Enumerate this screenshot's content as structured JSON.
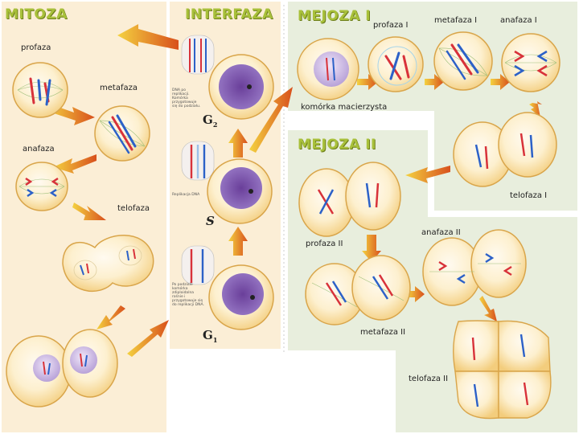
{
  "titles": {
    "mitoza": "MITOZA",
    "interfaza": "INTERFAZA",
    "mejoza1": "MEJOZA I",
    "mejoza2": "MEJOZA II"
  },
  "mitoza_labels": {
    "profaza": "profaza",
    "metafaza": "metafaza",
    "anafaza": "anafaza",
    "telofaza": "telofaza"
  },
  "interfaza_labels": {
    "g2": "G",
    "g2_sub": "2",
    "s": "S",
    "g1": "G",
    "g1_sub": "1",
    "note_g2": "DNA po replikacji. Komórka przygotowuje się do podziału.",
    "note_s": "Replikacja DNA",
    "note_g1": "Po podziale komórka zdiploidalna rośnie i przygotowuje się do replikacji DNA."
  },
  "mejoza1_labels": {
    "profaza": "profaza I",
    "metafaza": "metafaza I",
    "anafaza": "anafaza I",
    "telofaza": "telofaza I",
    "mother_cell": "komórka macierzysta"
  },
  "mejoza2_labels": {
    "profaza": "profaza II",
    "metafaza": "metafaza II",
    "anafaza": "anafaza II",
    "telofaza": "telofaza II"
  },
  "colors": {
    "mitoza_panel": "#fbeed6",
    "interfaza_panel": "#fbeed6",
    "mejoza_panel": "#e8eedd",
    "title_green": "#a8c03a",
    "cell_fill": "#fbe3a6",
    "cell_edge": "#d9a54a",
    "chrom_red": "#d8323a",
    "chrom_blue": "#2c61c8",
    "nucleus": "#d6c6ea",
    "arrow": "#e7a020"
  }
}
